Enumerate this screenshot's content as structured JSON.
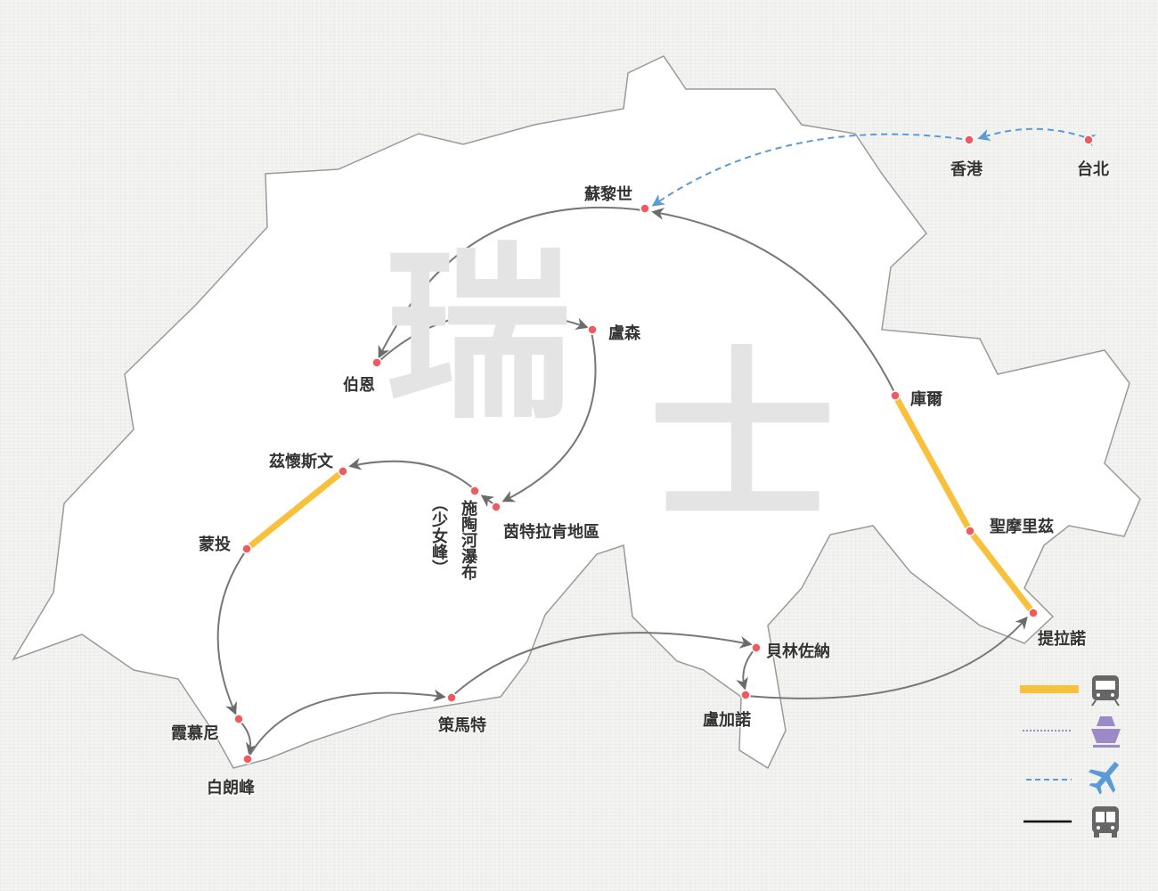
{
  "title": {
    "char1": "瑞",
    "char2": "士"
  },
  "cities": {
    "zurich": "蘇黎世",
    "lucerne": "盧森",
    "bern": "伯恩",
    "interlaken": "茵特拉肯地區",
    "staubbach": "施陶河瀑布",
    "jungfrau": "（少女峰）",
    "zweisimmen": "茲懷斯文",
    "montreux": "蒙投",
    "chamonix": "霞慕尼",
    "montblanc": "白朗峰",
    "zermatt": "策馬特",
    "bellinzona": "貝林佐納",
    "lugano": "盧加諾",
    "tirano": "提拉諾",
    "stmoritz": "聖摩里茲",
    "chur": "庫爾",
    "hongkong": "香港",
    "taipei": "台北"
  },
  "legend": [
    {
      "mode": "train",
      "icon": "train-icon",
      "color": "#f9c03c"
    },
    {
      "mode": "ship",
      "icon": "ship-icon",
      "color": "#9b8ac6"
    },
    {
      "mode": "flight",
      "icon": "airplane-icon",
      "color": "#5b9bd5"
    },
    {
      "mode": "bus",
      "icon": "bus-icon",
      "color": "#000000"
    }
  ],
  "colors": {
    "point": "#f05a5f",
    "route": "#777777",
    "train": "#f9c03c",
    "flight": "#5b9bd5"
  }
}
